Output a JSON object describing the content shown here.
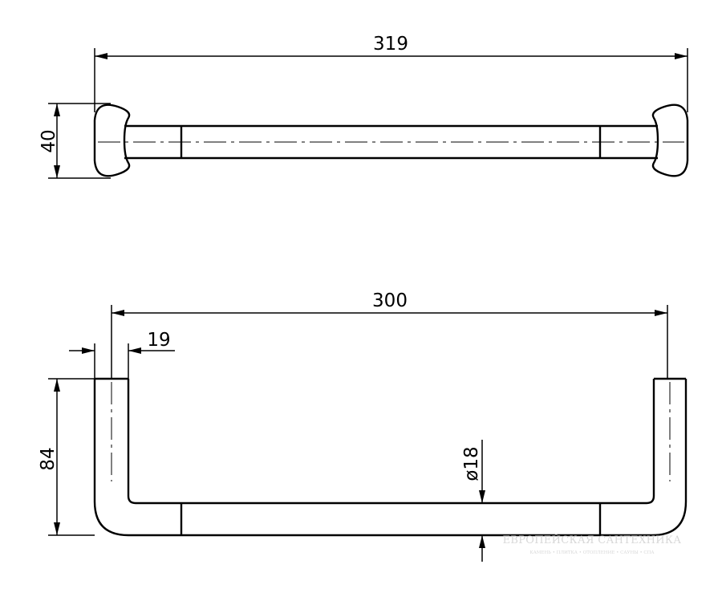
{
  "top_view": {
    "dim_overall_length": "319",
    "dim_height": "40"
  },
  "front_view": {
    "dim_span": "300",
    "dim_post_width": "19",
    "dim_height": "84",
    "dim_diameter": "ø18"
  },
  "watermark": {
    "line1": "ЕВРОПЕЙСКАЯ САНТЕХНИКА",
    "line2": "КАМЕНЬ • ПЛИТКА • ОТОПЛЕНИЕ • САУНЫ • СПА"
  }
}
